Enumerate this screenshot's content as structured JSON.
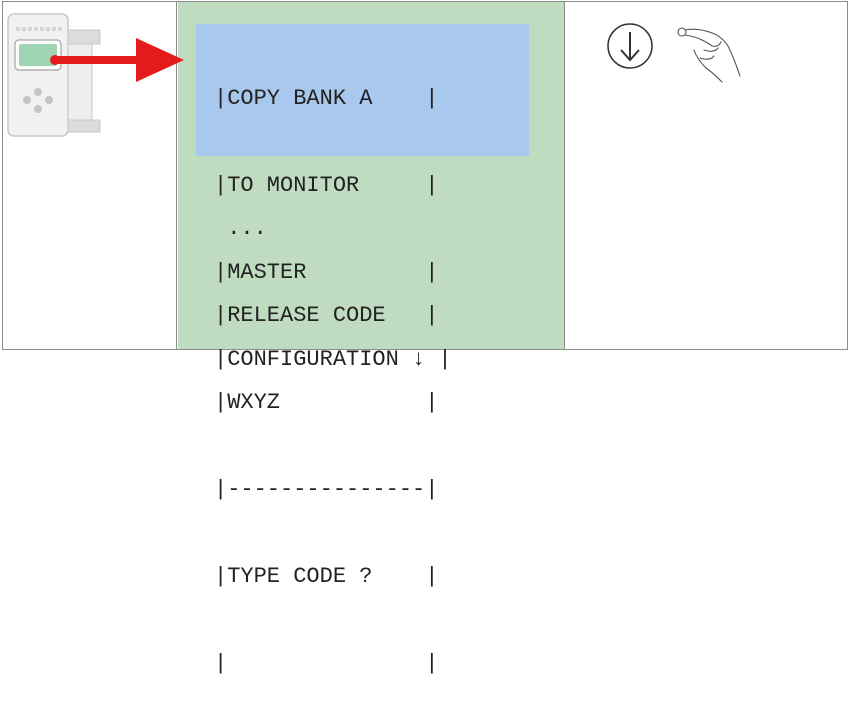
{
  "display": {
    "highlighted_lines": [
      "|COPY BANK A    |",
      "|TO MONITOR     |",
      "|MASTER         |",
      "|CONFIGURATION ↓ |"
    ],
    "lines": [
      " ...",
      "|RELEASE CODE   |",
      "|WXYZ           |",
      "|---------------|",
      "|TYPE CODE ?    |",
      "|               |"
    ]
  },
  "icons": {
    "device": "safety-relay-module-icon",
    "arrow": "red-arrow-right-icon",
    "scroll": "arrow-down-circle-icon",
    "hand": "pointing-hand-icon"
  },
  "colors": {
    "screen_background": "#bfdcc0",
    "highlight_background": "#a9c8ee",
    "arrow": "#e31b1b",
    "device_display": "#9fd4b4",
    "border": "#8c8c8c"
  }
}
